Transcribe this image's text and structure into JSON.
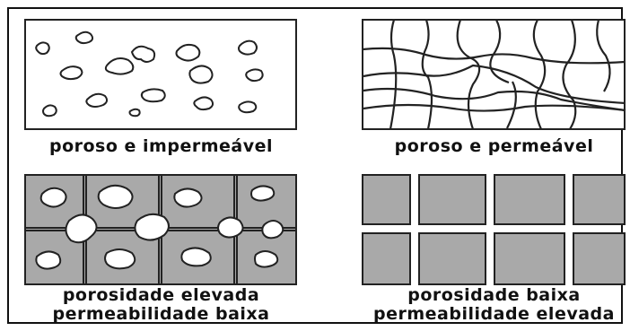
{
  "captions": {
    "top_left": "poroso e impermeável",
    "top_right": "poroso e permeável",
    "bottom_left_line1": "porosidade elevada",
    "bottom_left_line2": "permeabilidade baixa",
    "bottom_right_line1": "porosidade baixa",
    "bottom_right_line2": "permeabilidade elevada"
  },
  "colors": {
    "stroke": "#222222",
    "grain_fill": "#a9a9a9",
    "pore_fill": "#ffffff",
    "background": "#ffffff"
  }
}
